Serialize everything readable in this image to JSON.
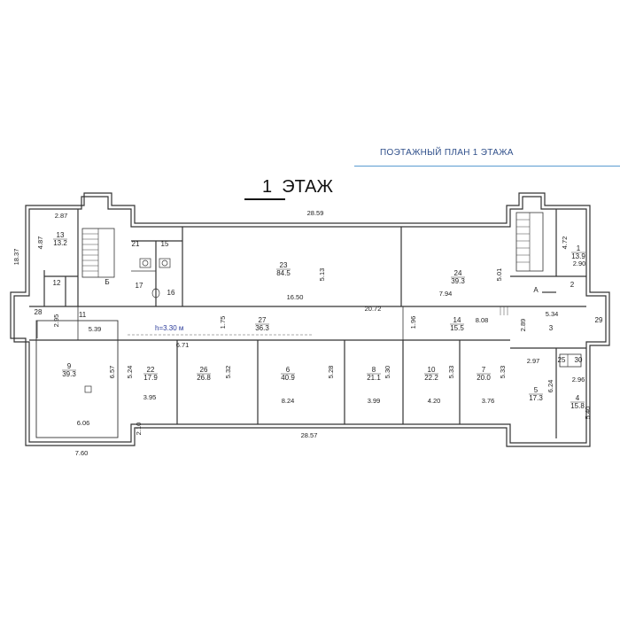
{
  "header": {
    "title": "ПОЭТАЖНЫЙ ПЛАН 1 ЭТАЖА",
    "floor_num": "1",
    "floor_word": "ЭТАЖ"
  },
  "height_label": "h=3.30 м",
  "rooms": [
    {
      "id": "r13",
      "num": "13",
      "area": "13.2"
    },
    {
      "id": "r12",
      "num": "12",
      "area": ""
    },
    {
      "id": "rB",
      "num": "Б",
      "area": ""
    },
    {
      "id": "r21",
      "num": "21",
      "area": ""
    },
    {
      "id": "r15",
      "num": "15",
      "area": ""
    },
    {
      "id": "r17",
      "num": "17",
      "area": ""
    },
    {
      "id": "r16",
      "num": "16",
      "area": ""
    },
    {
      "id": "r23",
      "num": "23",
      "area": "84.5"
    },
    {
      "id": "r24",
      "num": "24",
      "area": "39.3"
    },
    {
      "id": "r1",
      "num": "1",
      "area": "13.9"
    },
    {
      "id": "rA",
      "num": "А",
      "area": ""
    },
    {
      "id": "r2",
      "num": "2",
      "area": ""
    },
    {
      "id": "r28",
      "num": "28",
      "area": ""
    },
    {
      "id": "r11",
      "num": "11",
      "area": ""
    },
    {
      "id": "r27",
      "num": "27",
      "area": "36.3"
    },
    {
      "id": "r14",
      "num": "14",
      "area": "15.5"
    },
    {
      "id": "r3",
      "num": "3",
      "area": ""
    },
    {
      "id": "r29",
      "num": "29",
      "area": ""
    },
    {
      "id": "r9",
      "num": "9",
      "area": "39.3"
    },
    {
      "id": "r22",
      "num": "22",
      "area": "17.9"
    },
    {
      "id": "r26",
      "num": "26",
      "area": "26.8"
    },
    {
      "id": "r6",
      "num": "6",
      "area": "40.9"
    },
    {
      "id": "r8",
      "num": "8",
      "area": "21.1"
    },
    {
      "id": "r10",
      "num": "10",
      "area": "22.2"
    },
    {
      "id": "r7",
      "num": "7",
      "area": "20.0"
    },
    {
      "id": "r5",
      "num": "5",
      "area": "17.3"
    },
    {
      "id": "r4",
      "num": "4",
      "area": "15.8"
    },
    {
      "id": "r25",
      "num": "25",
      "area": ""
    },
    {
      "id": "r30",
      "num": "30",
      "area": ""
    }
  ],
  "dimensions": [
    "28.59",
    "18.37",
    "2.87",
    "4.87",
    "5.13",
    "16.50",
    "20.72",
    "5.01",
    "7.94",
    "4.72",
    "2.90",
    "2.95",
    "5.39",
    "1.75",
    "1.96",
    "8.08",
    "5.34",
    "2.89",
    "6.71",
    "5.24",
    "5.32",
    "5.28",
    "5.30",
    "5.33",
    "5.33",
    "6.57",
    "3.95",
    "8.24",
    "3.99",
    "4.20",
    "3.76",
    "2.97",
    "2.96",
    "6.24",
    "5.40",
    "6.06",
    "2.10",
    "28.57",
    "7.60"
  ]
}
